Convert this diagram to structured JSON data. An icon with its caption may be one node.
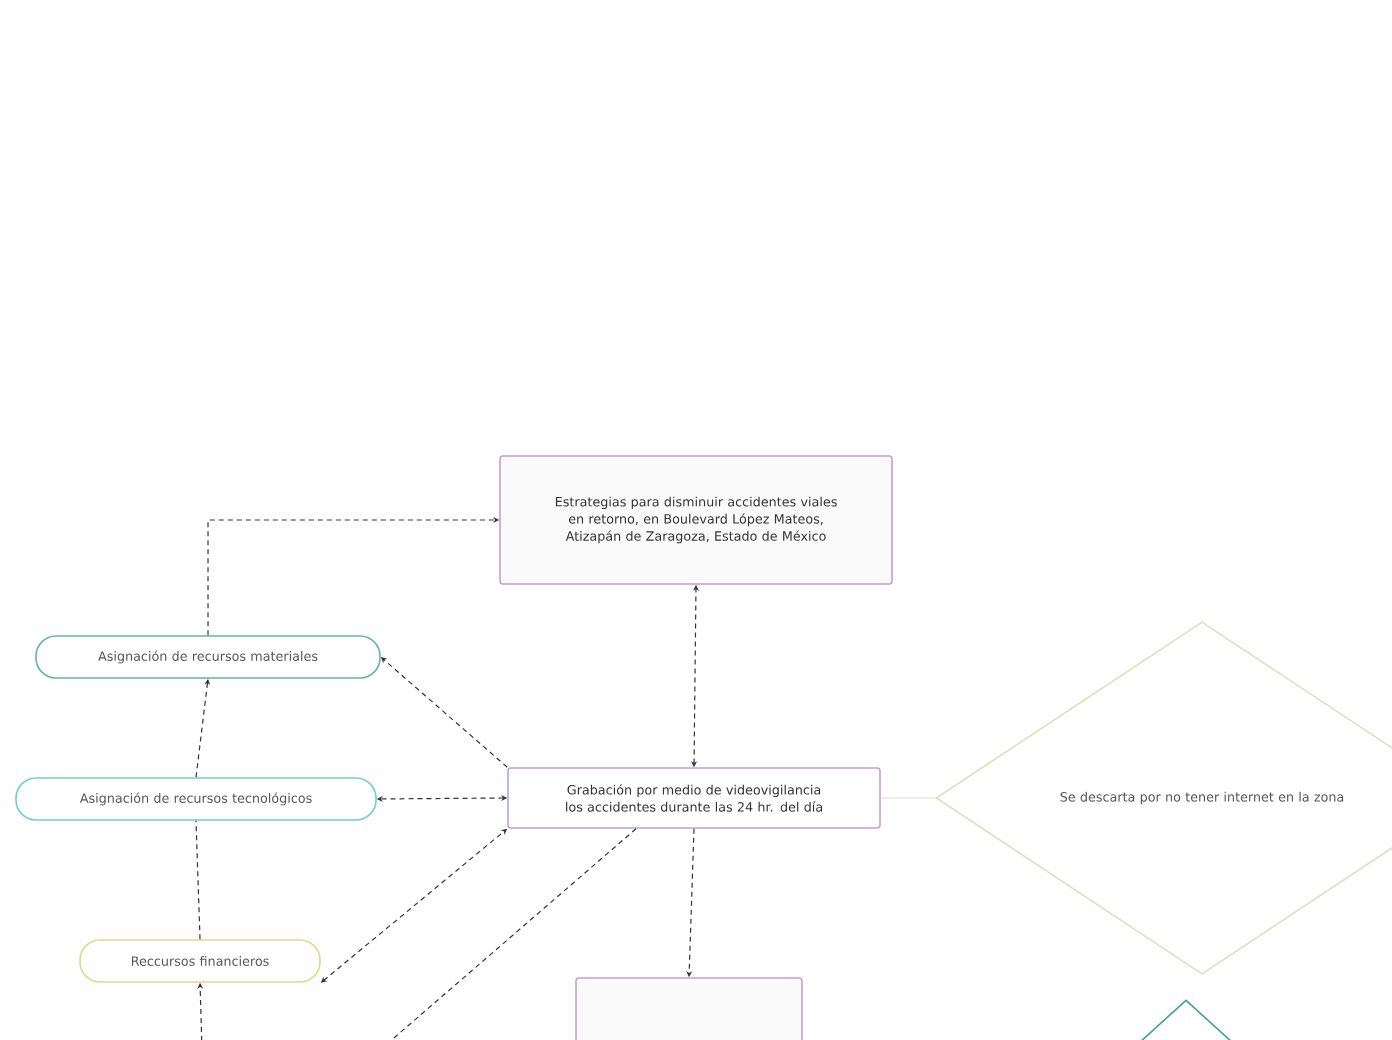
{
  "diagram": {
    "nodes": [
      {
        "text": [
          "Estrategias para disminuir accidentes viales en retorno, en Boulevard López Mateos, Atizapán de Zaragoza, Estado de México"
        ]
      },
      {
        "text": [
          "Asignación de recursos materiales"
        ]
      },
      {
        "text": [
          "Asignación de recursos tecnológicos"
        ]
      },
      {
        "text": [
          "Grabación por medio de videovigilancia los accidentes durante las 24 hr. del día"
        ]
      },
      {
        "text": [
          "Reccursos financieros"
        ]
      },
      {
        "text": [
          "Se descarta por no tener internet en la zona"
        ]
      },
      {
        "text": [],
        "shape": "box"
      },
      {
        "text": [],
        "shape": "diamond"
      }
    ],
    "edges": [
      {
        "from": 3,
        "to": 0,
        "arrow": "both",
        "style": "dashed"
      },
      {
        "from": 3,
        "to": 1,
        "arrow": "to",
        "style": "dashed"
      },
      {
        "from": 3,
        "to": 2,
        "arrow": "both",
        "style": "dashed"
      },
      {
        "from": 4,
        "to": 3,
        "arrow": "both",
        "style": "dashed"
      },
      {
        "from": 3,
        "to": 6,
        "arrow": "to",
        "style": "dashed"
      },
      {
        "from": 3,
        "to": null,
        "arrow": "none",
        "style": "dashed"
      },
      {
        "from": 3,
        "to": 5,
        "arrow": "none",
        "color": "#e3dcc0"
      },
      {
        "from": 4,
        "to": 2,
        "arrow": "none",
        "style": "dashed"
      },
      {
        "from": 2,
        "to": 1,
        "arrow": "to",
        "style": "dashed"
      },
      {
        "from": 1,
        "to": 0,
        "arrow": "to",
        "style": "dashed"
      },
      {
        "from": null,
        "to": 4,
        "arrow": "to",
        "style": "dashed"
      }
    ]
  }
}
